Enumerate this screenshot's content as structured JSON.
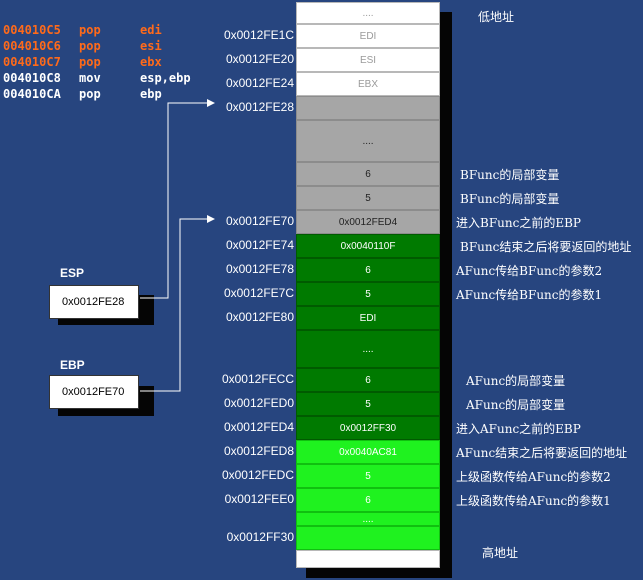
{
  "code_lines": [
    {
      "addr": "004010C5",
      "op": "pop",
      "arg": "edi",
      "color": "#ff6a1a"
    },
    {
      "addr": "004010C6",
      "op": "pop",
      "arg": "esi",
      "color": "#ff6a1a"
    },
    {
      "addr": "004010C7",
      "op": "pop",
      "arg": "ebx",
      "color": "#ff6a1a"
    },
    {
      "addr": "004010C8",
      "op": "mov",
      "arg": "esp,ebp",
      "color": "#ffffff"
    },
    {
      "addr": "004010CA",
      "op": "pop",
      "arg": "ebp",
      "color": "#ffffff"
    }
  ],
  "labels": {
    "low": "低地址",
    "high": "高地址"
  },
  "registers": {
    "esp_label": "ESP",
    "esp_value": "0x0012FE28",
    "ebp_label": "EBP",
    "ebp_value": "0x0012FE70"
  },
  "stack": [
    {
      "addr": "",
      "text": "....",
      "style": "w",
      "note": ""
    },
    {
      "addr": "0x0012FE1C",
      "text": "EDI",
      "style": "w",
      "note": ""
    },
    {
      "addr": "0x0012FE20",
      "text": "ESI",
      "style": "w",
      "note": ""
    },
    {
      "addr": "0x0012FE24",
      "text": "EBX",
      "style": "w",
      "note": ""
    },
    {
      "addr": "0x0012FE28",
      "text": "",
      "style": "g",
      "note": ""
    },
    {
      "addr": "",
      "text": "....",
      "style": "g",
      "note": ""
    },
    {
      "addr": "",
      "text": "6",
      "style": "g",
      "note": "BFunc的局部变量"
    },
    {
      "addr": "",
      "text": "5",
      "style": "g",
      "note": "BFunc的局部变量"
    },
    {
      "addr": "0x0012FE70",
      "text": "0x0012FED4",
      "style": "g",
      "note": "进入BFunc之前的EBP"
    },
    {
      "addr": "0x0012FE74",
      "text": "0x0040110F",
      "style": "dg",
      "note": "BFunc结束之后将要返回的地址"
    },
    {
      "addr": "0x0012FE78",
      "text": "6",
      "style": "dg",
      "note": "AFunc传给BFunc的参数2"
    },
    {
      "addr": "0x0012FE7C",
      "text": "5",
      "style": "dg",
      "note": "AFunc传给BFunc的参数1"
    },
    {
      "addr": "0x0012FE80",
      "text": "EDI",
      "style": "dg",
      "note": ""
    },
    {
      "addr": "",
      "text": "....",
      "style": "dg",
      "note": ""
    },
    {
      "addr": "0x0012FECC",
      "text": "6",
      "style": "dg",
      "note": "AFunc的局部变量"
    },
    {
      "addr": "0x0012FED0",
      "text": "5",
      "style": "dg",
      "note": "AFunc的局部变量"
    },
    {
      "addr": "0x0012FED4",
      "text": "0x0012FF30",
      "style": "dg",
      "note": "进入AFunc之前的EBP"
    },
    {
      "addr": "0x0012FED8",
      "text": "0x0040AC81",
      "style": "lg",
      "note": "AFunc结束之后将要返回的地址"
    },
    {
      "addr": "0x0012FEDC",
      "text": "5",
      "style": "lg",
      "note": "上级函数传给AFunc的参数2"
    },
    {
      "addr": "0x0012FEE0",
      "text": "6",
      "style": "lg",
      "note": "上级函数传给AFunc的参数1"
    },
    {
      "addr": "",
      "text": "....",
      "style": "lg",
      "note": ""
    },
    {
      "addr": "0x0012FF30",
      "text": "",
      "style": "lg",
      "note": ""
    },
    {
      "addr": "",
      "text": "",
      "style": "w",
      "note": ""
    }
  ]
}
